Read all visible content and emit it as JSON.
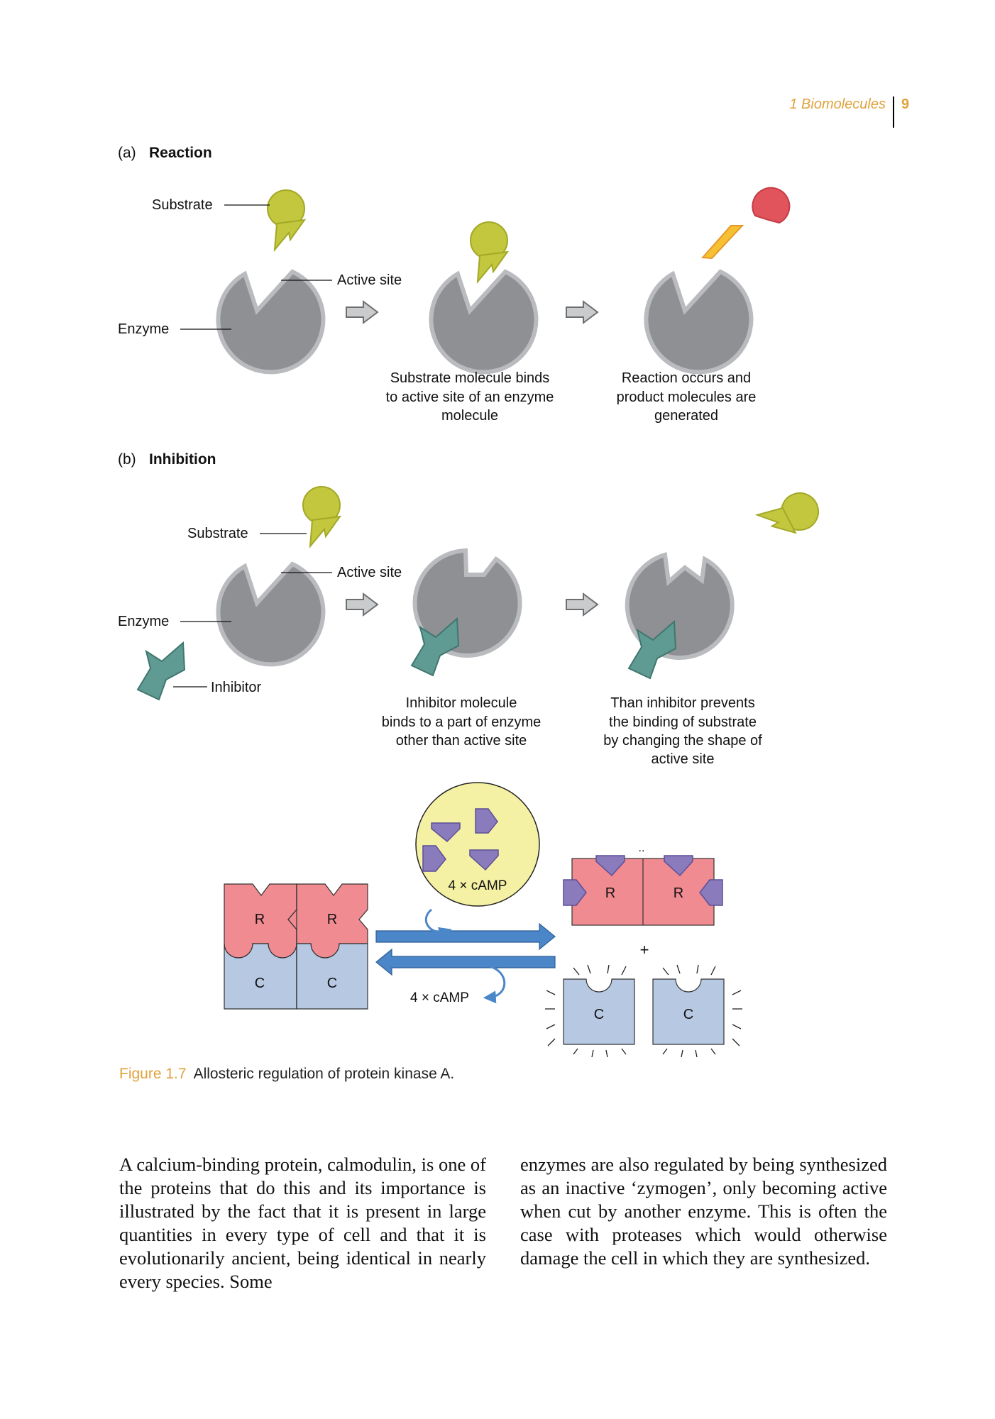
{
  "header": {
    "chapter": "1  Biomolecules",
    "page_number": "9"
  },
  "panel_a": {
    "label": "(a)",
    "title": "Reaction",
    "labels": {
      "substrate": "Substrate",
      "active_site": "Active site",
      "enzyme": "Enzyme"
    },
    "captions": {
      "step2": [
        "Substrate molecule binds",
        "to active site of an enzyme",
        "molecule"
      ],
      "step3": [
        "Reaction occurs and",
        "product molecules are",
        "generated"
      ]
    }
  },
  "panel_b": {
    "label": "(b)",
    "title": "Inhibition",
    "labels": {
      "substrate": "Substrate",
      "active_site": "Active site",
      "enzyme": "Enzyme",
      "inhibitor": "Inhibitor"
    },
    "captions": {
      "step2": [
        "Inhibitor molecule",
        "binds to a part of enzyme",
        "other than active site"
      ],
      "step3": [
        "Than inhibitor prevents",
        "the binding of substrate",
        "by changing the shape of",
        "active site"
      ]
    }
  },
  "panel_c": {
    "subunit_r": "R",
    "subunit_c": "C",
    "camp_bubble_label": "4 × cAMP",
    "camp_return_label": "4 × cAMP",
    "plus": "+",
    "dots": ".."
  },
  "caption": {
    "label": "Figure 1.7",
    "text": "Allosteric regulation of protein kinase A."
  },
  "body": {
    "left_column": "A calcium-binding protein, calmodulin, is one of the proteins that do this and its importance is illustrated by the fact that it is present in large quantities in every type of cell and that it is evolutionarily ancient, being identical in nearly every species. Some",
    "right_column": "enzymes are also regulated by being synthesized as an inactive ‘zymogen’, only becoming active when cut by another enzyme. This is often the case with proteases which would otherwise damage the cell in which they are synthesized."
  },
  "colors": {
    "accent": "#e0a23c",
    "enzyme": "#8e9093",
    "enzyme_edge": "#b9bbbe",
    "substrate": "#c2c73e",
    "product_diamond": "#f5c132",
    "product_pacman": "#e2545c",
    "inhibitor": "#5f9a93",
    "camp": "#8a7bbd",
    "regulatory": "#f08b92",
    "catalytic": "#b7c8e2",
    "arrow_blue": "#4b86c8",
    "bubble": "#f4f1a4"
  },
  "icons": [
    "enzyme-shape",
    "substrate-shape",
    "inhibitor-shape",
    "camp-wedge",
    "process-arrow"
  ]
}
